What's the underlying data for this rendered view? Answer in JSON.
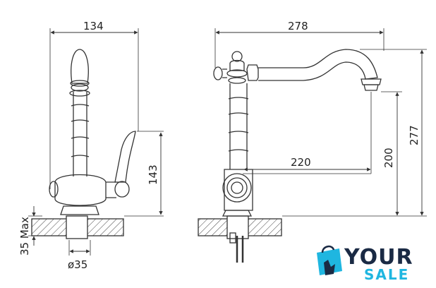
{
  "dimensions": {
    "front_width": "134",
    "front_height": "143",
    "front_max_thickness": "35 Max",
    "front_diameter": "ø35",
    "side_reach": "278",
    "side_spout_reach": "220",
    "side_spout_height": "200",
    "side_total_height": "277"
  },
  "brand": {
    "line1": "YOUR",
    "line2": "SALE",
    "accent": "#1fb6e0",
    "dark": "#1a2a44",
    "icon": "shopping-bag-hand-icon"
  }
}
